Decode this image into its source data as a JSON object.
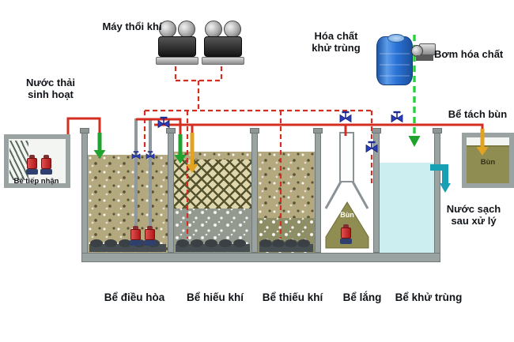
{
  "labels": {
    "blowers": "Máy thổi khí",
    "chemical": [
      "Hóa chất",
      "khử trùng"
    ],
    "chemical_pump": "Bơm hóa chất",
    "influent": [
      "Nước thải",
      "sinh hoạt"
    ],
    "sludge_separator_tank": "Bể tách bùn",
    "receiving_tank": "Bể tiếp nhận",
    "sludge_in_separator": "Bùn",
    "sludge_in_clarifier": "Bùn",
    "effluent": [
      "Nước sạch",
      "sau xử lý"
    ],
    "tanks": [
      "Bể điều hòa",
      "Bể hiếu khí",
      "Bể thiếu khí",
      "Bể lắng",
      "Bể khử trùng"
    ]
  },
  "colors": {
    "pipe_red": "#d42e20",
    "chem_dash_green": "#24d33c",
    "arrow_green": "#1fa32e",
    "arrow_orange": "#e2a322",
    "wall_gray": "#9aa2a2",
    "water_blue": "#cdeef1",
    "sand": "#b3a87e",
    "sludge_olive": "#8f8d52",
    "chem_tank_blue": "#2a74d8",
    "effluent_pipe_teal": "#17a0b4",
    "valve_blue": "#2a3ec0",
    "label_text": "#101418"
  }
}
